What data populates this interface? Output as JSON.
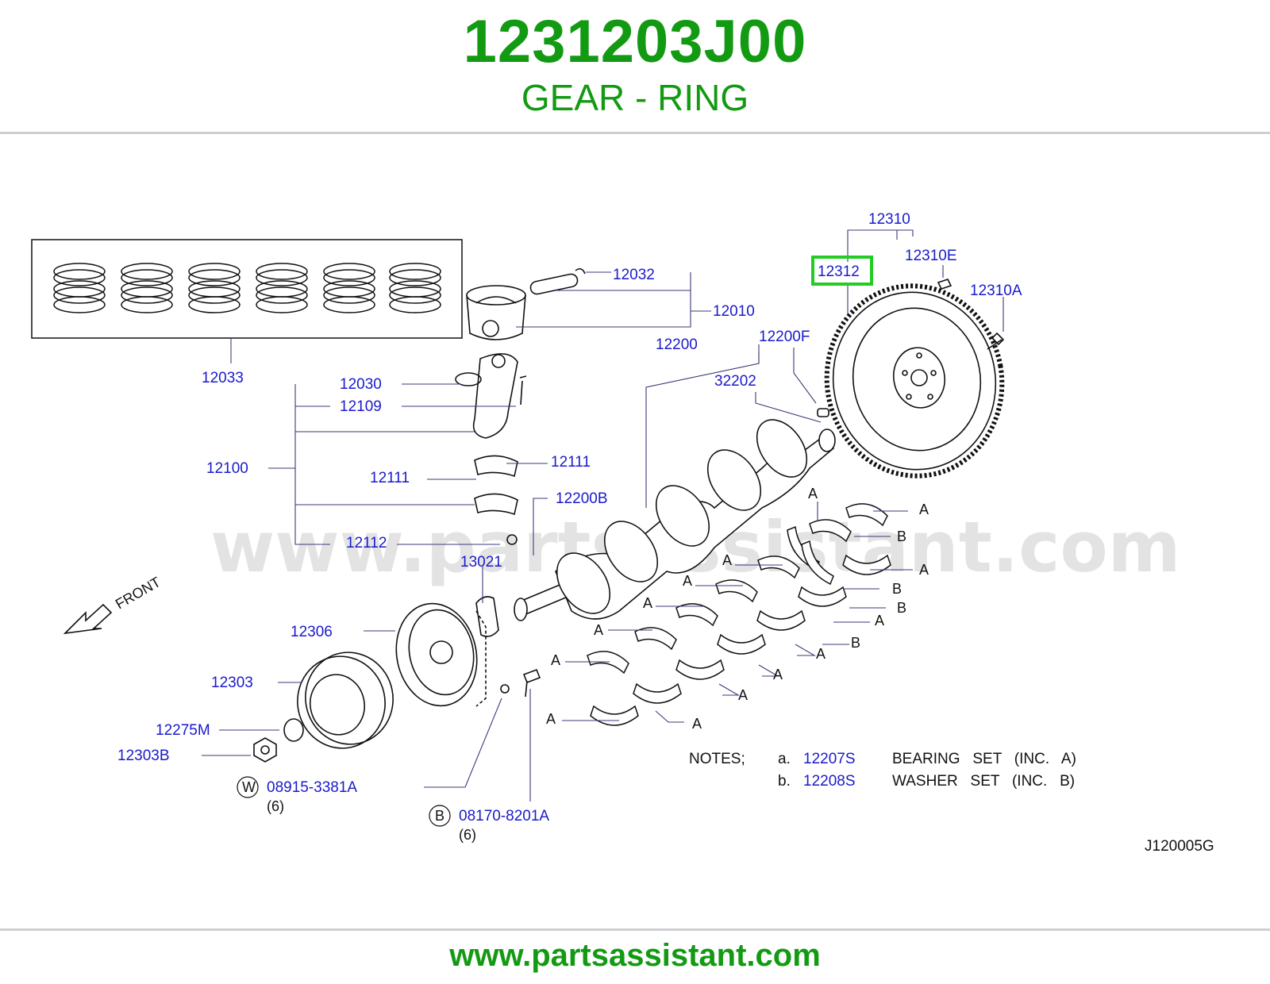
{
  "header": {
    "part_number": "1231203J00",
    "part_name": "GEAR - RING"
  },
  "diagram": {
    "watermark": "www.partsassistant.com",
    "front_label": "FRONT",
    "diagram_code": "J120005G",
    "highlighted_part": "12312",
    "callouts": {
      "c12310": "12310",
      "c12310E": "12310E",
      "c12312": "12312",
      "c12310A": "12310A",
      "c12032": "12032",
      "c12010": "12010",
      "c12200F": "12200F",
      "c12200": "12200",
      "c32202": "32202",
      "c12033": "12033",
      "c12030": "12030",
      "c12109": "12109",
      "c12100": "12100",
      "c12111a": "12111",
      "c12111b": "12111",
      "c12200B": "12200B",
      "c12112": "12112",
      "c13021": "13021",
      "c12306": "12306",
      "c12303": "12303",
      "c12275M": "12275M",
      "c12303B": "12303B",
      "c08915": "08915-3381A",
      "c08170": "08170-8201A",
      "qty_w": "(6)",
      "qty_b": "(6)",
      "circle_w": "W",
      "circle_b": "B"
    },
    "bearing_marks": {
      "A": "A",
      "B": "B"
    },
    "notes": {
      "heading": "NOTES;",
      "rows": [
        {
          "letter": "a.",
          "part": "12207S",
          "description": "BEARING   SET   (INC.   A)"
        },
        {
          "letter": "b.",
          "part": "12208S",
          "description": "WASHER   SET   (INC.   B)"
        }
      ]
    }
  },
  "footer": {
    "url": "www.partsassistant.com"
  },
  "colors": {
    "brand_green": "#139a13",
    "callout_blue": "#1a1acc",
    "highlight_green": "#22cc22"
  }
}
